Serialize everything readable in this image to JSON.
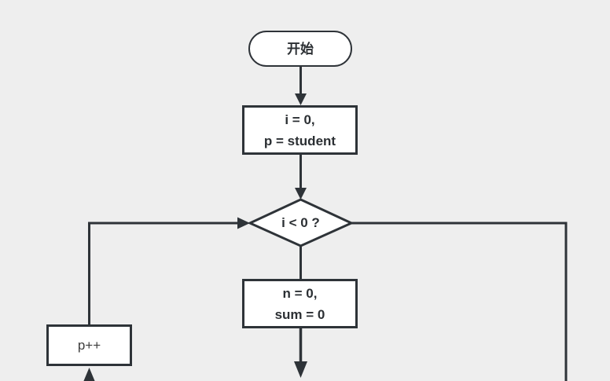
{
  "canvas": {
    "background_color": "#eeeeee",
    "node_fill_color": "#ffffff",
    "stroke_color": "#2e3338",
    "text_color": "#2b2f33"
  },
  "nodes": {
    "start": {
      "type": "terminator",
      "label": "开始"
    },
    "init": {
      "type": "process",
      "label": "i = 0,\np = student"
    },
    "decision": {
      "type": "decision",
      "label": "i < 0 ?"
    },
    "reset": {
      "type": "process",
      "label": "n = 0,\nsum = 0"
    },
    "increment": {
      "type": "process",
      "label": "p++"
    }
  },
  "connectors": {
    "start_to_init": {
      "from": "start",
      "to": "init",
      "arrow": true
    },
    "init_to_decision": {
      "from": "init",
      "to": "decision",
      "arrow": true
    },
    "decision_to_reset": {
      "from": "decision",
      "to": "reset",
      "arrow": false
    },
    "reset_down_offscreen": {
      "from": "reset",
      "to": "offscreen-bottom",
      "arrow": true
    },
    "increment_loop_to_decision": {
      "from": "increment",
      "to": "decision",
      "arrow": true
    },
    "decision_right_branch_offscreen": {
      "from": "decision",
      "to": "offscreen-bottom-right",
      "arrow": false
    },
    "offscreen_to_increment": {
      "from": "offscreen-bottom",
      "to": "increment",
      "arrow": true
    }
  }
}
